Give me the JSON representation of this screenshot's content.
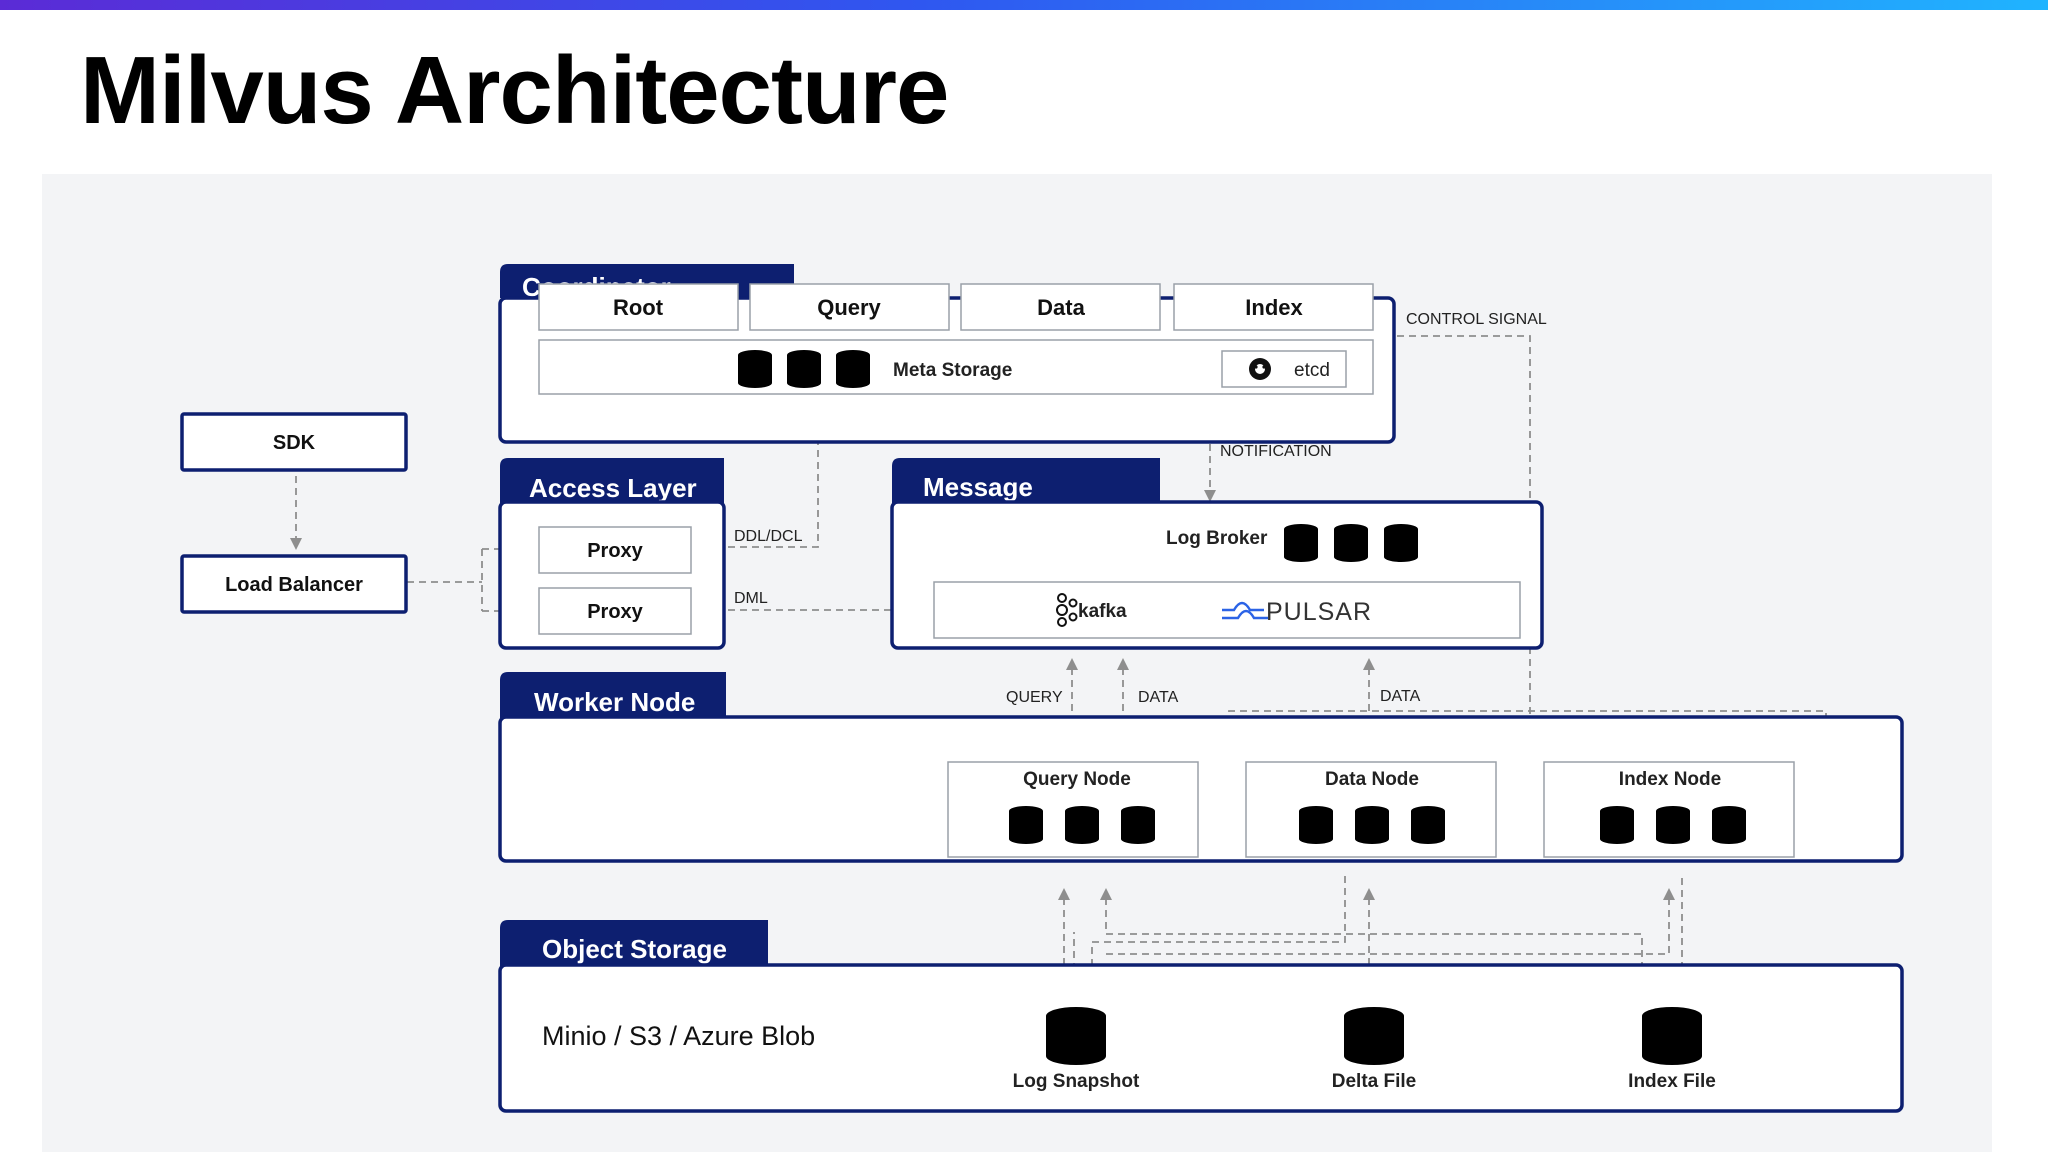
{
  "slide": {
    "title": "Milvus Architecture"
  },
  "coordinator": {
    "title": "Coordinator",
    "services": [
      "Root",
      "Query",
      "Data",
      "Index"
    ],
    "meta_storage_label": "Meta Storage",
    "etcd_label": "etcd"
  },
  "sdk": {
    "label": "SDK"
  },
  "load_balancer": {
    "label": "Load Balancer"
  },
  "access_layer": {
    "title": "Access Layer",
    "proxy_label": "Proxy"
  },
  "message": {
    "title": "Message",
    "log_broker_label": "Log Broker",
    "kafka_label": "kafka",
    "pulsar_label": "PULSAR"
  },
  "worker": {
    "title": "Worker Node",
    "query_node": "Query Node",
    "data_node": "Data Node",
    "index_node": "Index Node"
  },
  "object_storage": {
    "title": "Object Storage",
    "backends": "Minio / S3 / Azure Blob",
    "log_snapshot": "Log Snapshot",
    "delta_file": "Delta File",
    "index_file": "Index File"
  },
  "edges": {
    "control_signal": "CONTROL SIGNAL",
    "notification": "NOTIFICATION",
    "ddl_dcl": "DDL/DCL",
    "dml": "DML",
    "query": "QUERY",
    "data": "DATA"
  },
  "colors": {
    "navy": "#0d1f70",
    "panel": "#f3f4f6",
    "connector": "#8e8e8e"
  }
}
